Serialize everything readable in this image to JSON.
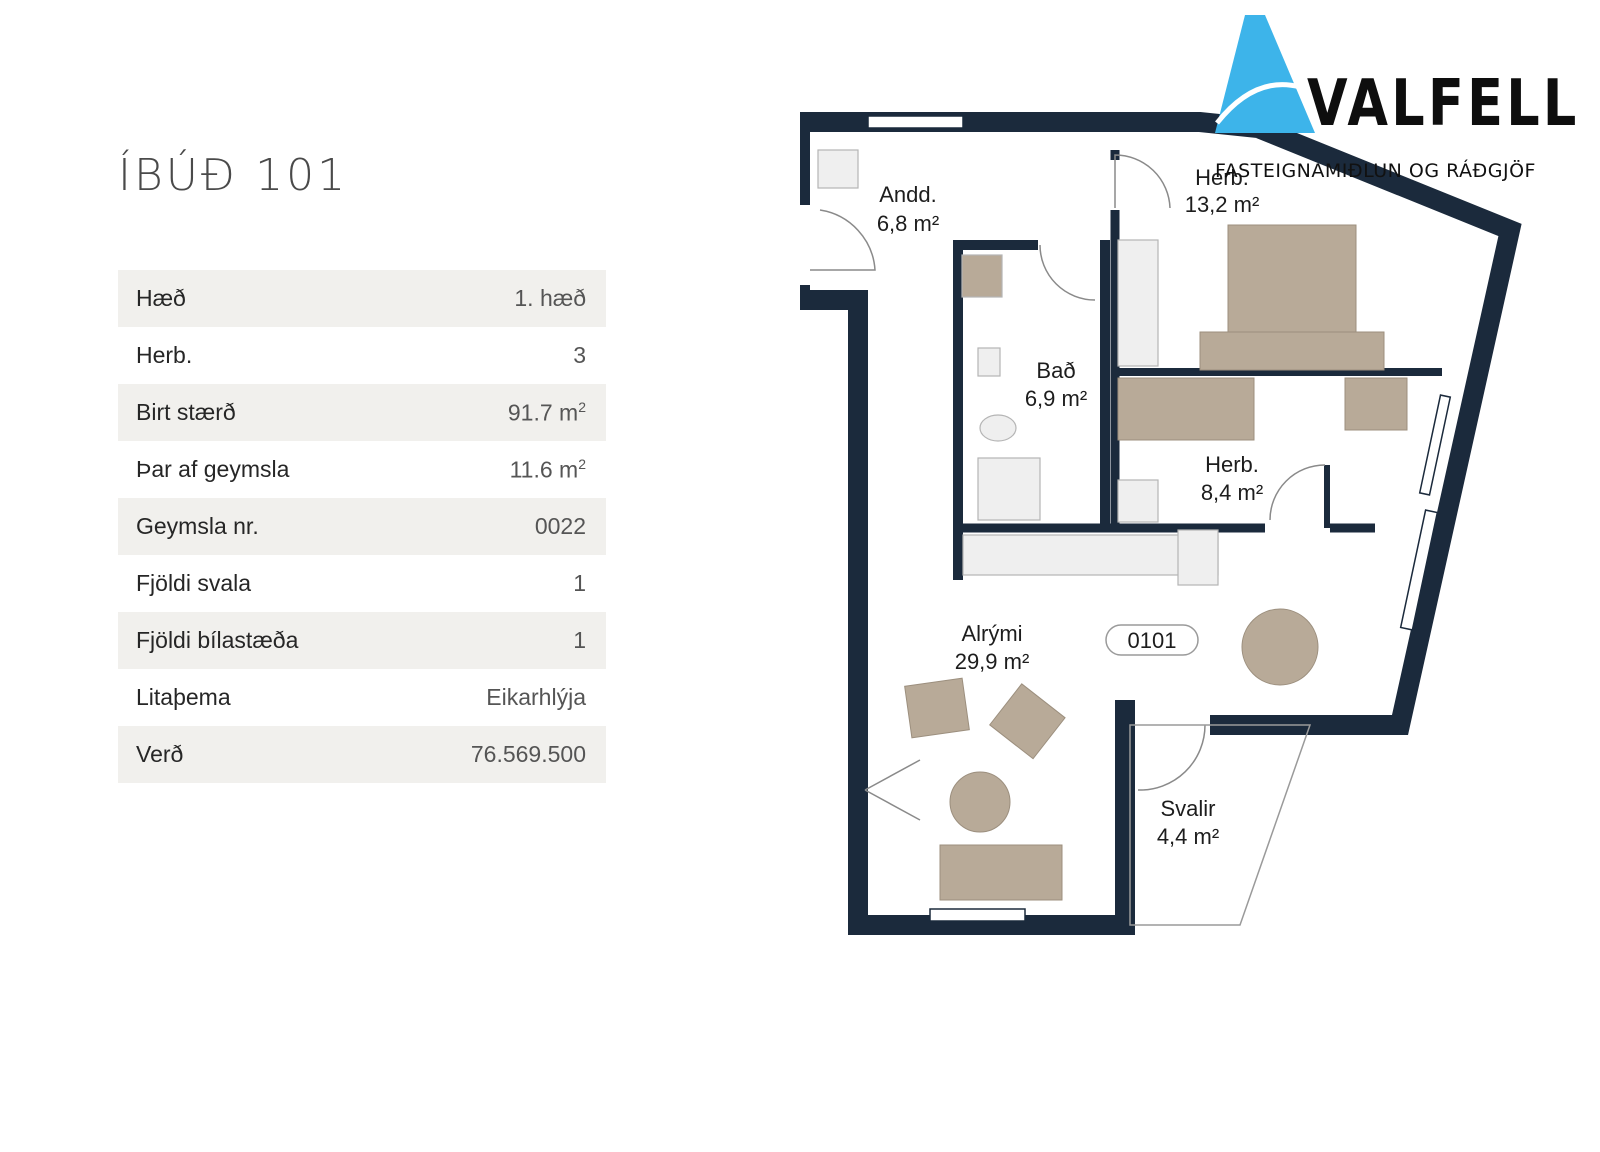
{
  "unit": {
    "title": "ÍBÚÐ 101"
  },
  "specs": [
    {
      "label": "Hæð",
      "value": "1. hæð",
      "unit": ""
    },
    {
      "label": "Herb.",
      "value": "3",
      "unit": ""
    },
    {
      "label": "Birt stærð",
      "value": "91.7 m",
      "unit": "2"
    },
    {
      "label": "Þar af geymsla",
      "value": "11.6 m",
      "unit": "2"
    },
    {
      "label": "Geymsla nr.",
      "value": "0022",
      "unit": ""
    },
    {
      "label": "Fjöldi svala",
      "value": "1",
      "unit": ""
    },
    {
      "label": "Fjöldi bílastæða",
      "value": "1",
      "unit": ""
    },
    {
      "label": "Litaþema",
      "value": "Eikarhlýja",
      "unit": ""
    },
    {
      "label": "Verð",
      "value": "76.569.500",
      "unit": ""
    }
  ],
  "logo": {
    "name": "VALFELL",
    "tagline": "FASTEIGNAMIÐLUN OG RÁÐGJÖF",
    "triangle_color": "#3db4ea"
  },
  "floorplan": {
    "wall_color": "#1b2a3c",
    "furniture_color": "#b8aa98",
    "unit_number": "0101",
    "rooms": [
      {
        "name": "Andd.",
        "area": "6,8 m²"
      },
      {
        "name": "Herb.",
        "area": "13,2 m²"
      },
      {
        "name": "Bað",
        "area": "6,9 m²"
      },
      {
        "name": "Herb.",
        "area": "8,4 m²"
      },
      {
        "name": "Alrými",
        "area": "29,9 m²"
      },
      {
        "name": "Svalir",
        "area": "4,4 m²"
      }
    ]
  }
}
